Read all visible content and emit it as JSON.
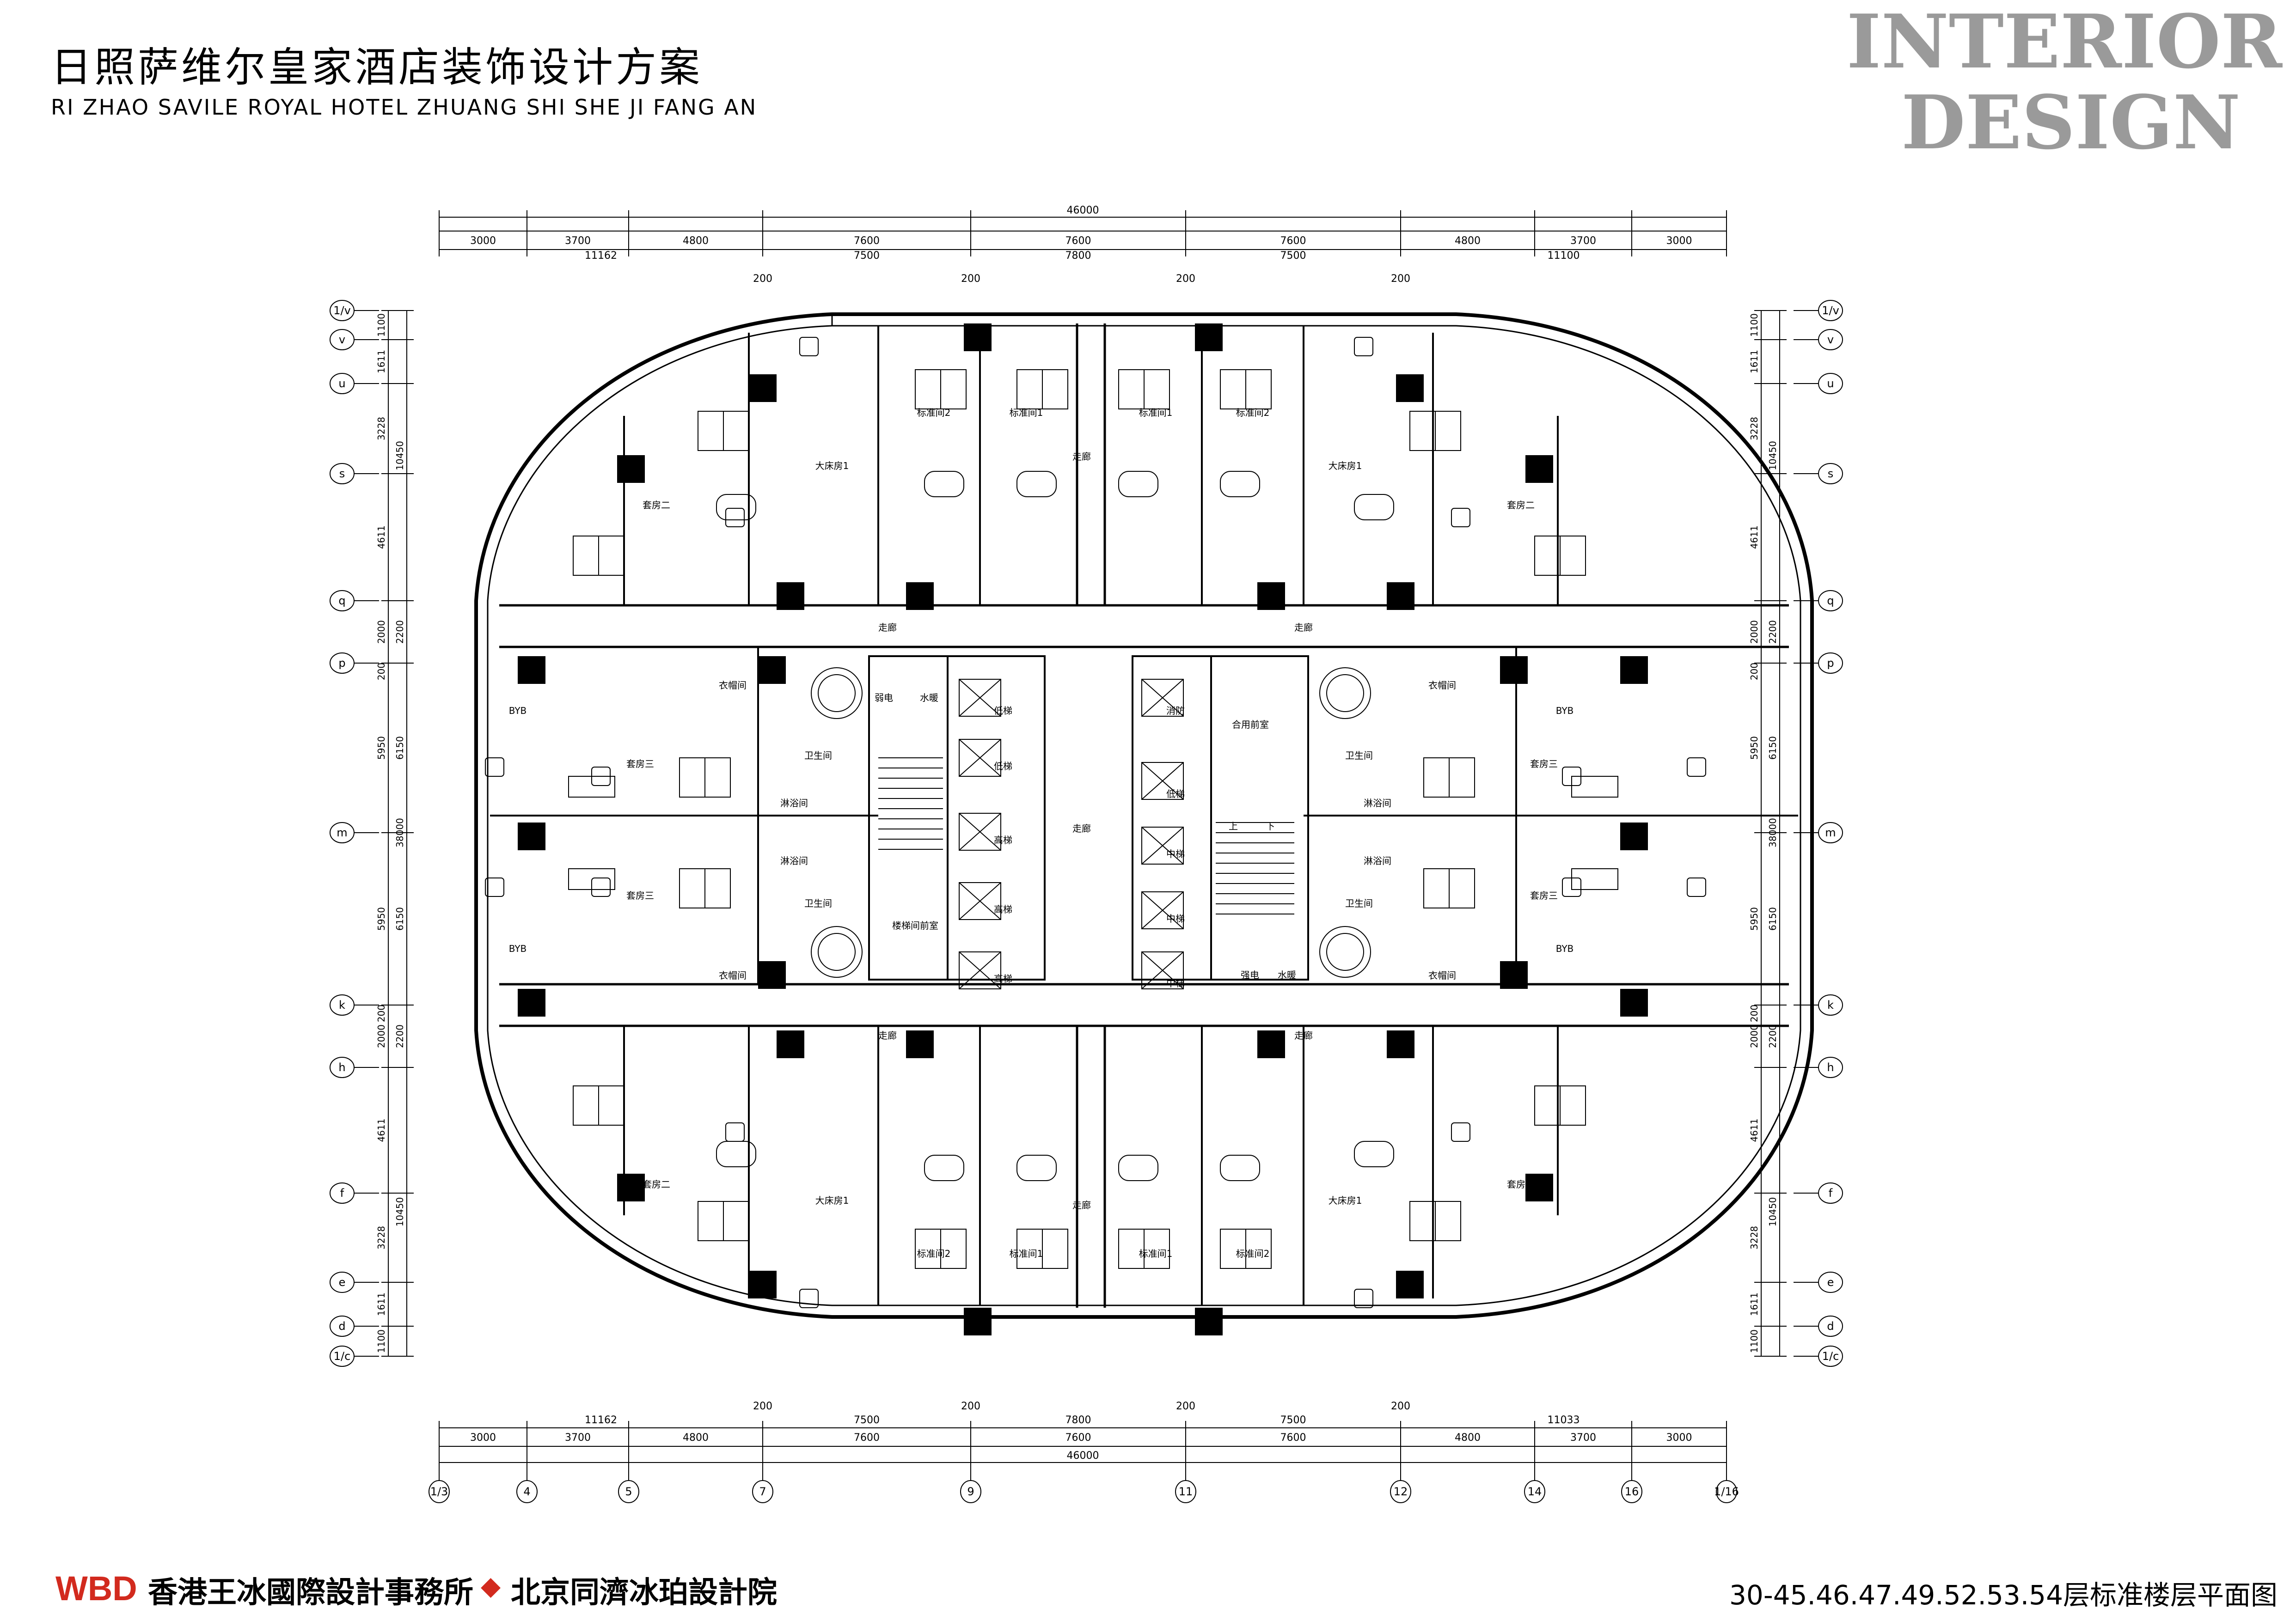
{
  "header": {
    "title_cn": "日照萨维尔皇家酒店装饰设计方案",
    "title_en": "RI ZHAO SAVILE ROYAL HOTEL ZHUANG SHI SHE JI FANG AN",
    "brand_line1": "INTERIOR",
    "brand_line2": "DESIGN"
  },
  "footer": {
    "logo": "WBD",
    "firm1": "香港王冰國際設計事務所",
    "symbol": "◆",
    "firm2": "北京同濟冰珀設計院",
    "drawing_title": "30-45.46.47.49.52.53.54层标准楼层平面图"
  },
  "dimensions": {
    "overall": "46000",
    "top_row1": [
      "3000",
      "3700",
      "4800",
      "7600",
      "7600",
      "7600",
      "4800",
      "3700",
      "3000"
    ],
    "top_row2": [
      "11162",
      "7500",
      "7800",
      "7500",
      "11100"
    ],
    "top_gaps": [
      "200",
      "200",
      "200",
      "200"
    ],
    "bottom_row1": [
      "11162",
      "7500",
      "7800",
      "7500",
      "11033"
    ],
    "bottom_row2": [
      "3000",
      "3700",
      "4800",
      "7600",
      "7600",
      "7600",
      "4800",
      "3700",
      "3000"
    ],
    "left_row1": [
      "1100",
      "1611",
      "3228",
      "4611",
      "2000",
      "200",
      "5950",
      "5950",
      "200",
      "2000",
      "4611",
      "3228",
      "1611",
      "1100"
    ],
    "left_row2": [
      "10450",
      "2200",
      "6150",
      "38000",
      "6150",
      "2200",
      "10450"
    ],
    "right_row1": [
      "1100",
      "1611",
      "3228",
      "4611",
      "2000",
      "200",
      "5950",
      "5950",
      "200",
      "2000",
      "4611",
      "3228",
      "1611",
      "1100"
    ],
    "right_row2": [
      "10450",
      "2200",
      "6150",
      "38000",
      "6150",
      "2200",
      "10450"
    ]
  },
  "axes": {
    "rows": [
      "1/v",
      "v",
      "u",
      "s",
      "q",
      "p",
      "m",
      "k",
      "h",
      "f",
      "e",
      "d",
      "1/c"
    ],
    "columns": [
      "1/3",
      "4",
      "5",
      "7",
      "9",
      "11",
      "12",
      "14",
      "16",
      "1/16"
    ]
  },
  "rooms": {
    "corridor": "走廊",
    "suite2": "套房二",
    "suite3": "套房三",
    "king": "大床房1",
    "standard1": "标准间1",
    "standard2": "标准间2",
    "bath": "卫生间",
    "shower": "淋浴间",
    "wardrobe": "衣帽间",
    "weak_elec": "弱电",
    "strong_elec": "强电",
    "water": "水暖",
    "low_lift": "低梯",
    "mid_lift": "中梯",
    "high_lift": "高梯",
    "fire_lift": "消防",
    "stair_lobby": "楼梯间前室",
    "shared_lobby": "合用前室",
    "up": "上",
    "down": "下",
    "vent": "BYB"
  }
}
